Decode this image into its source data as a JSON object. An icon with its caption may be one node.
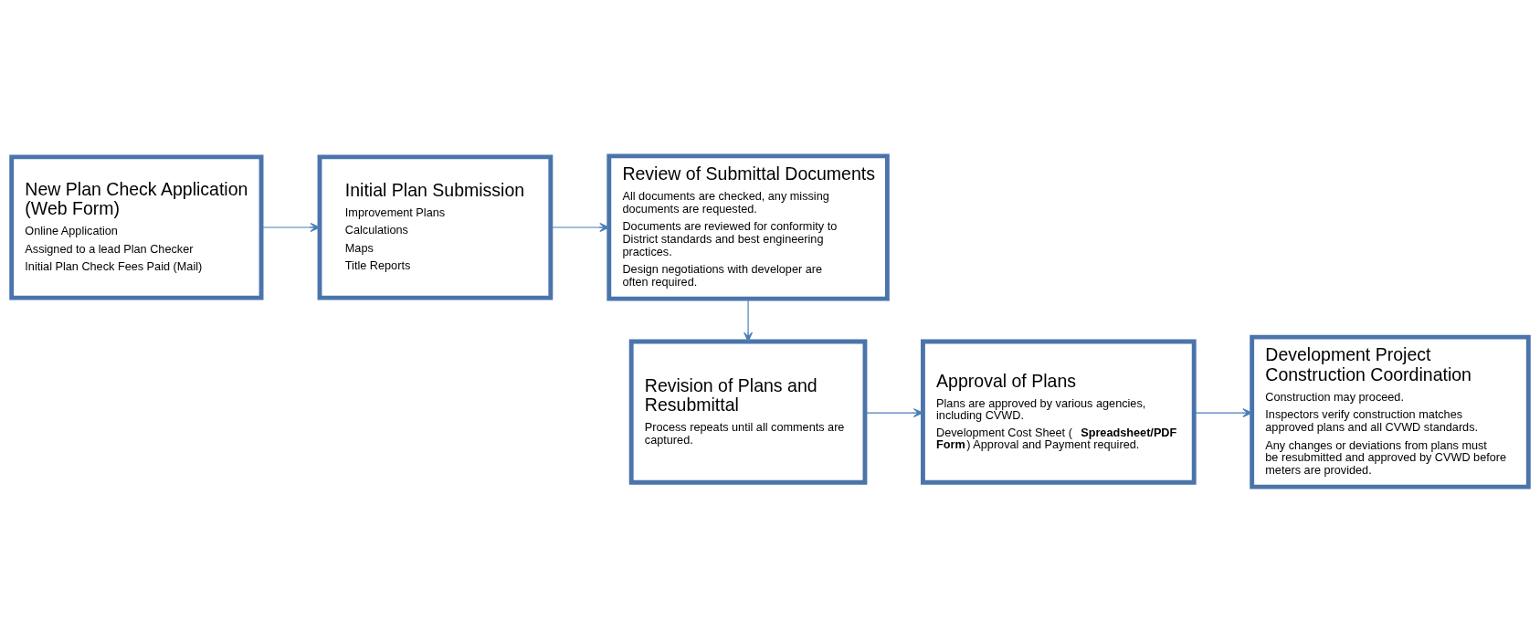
{
  "diagram": {
    "nodes": [
      {
        "text": [
          "New Plan Check Application (Web Form)",
          "Online Application",
          "Assigned to a lead Plan Checker",
          "Initial Plan Check Fees Paid (Mail)"
        ]
      },
      {
        "text": [
          "Initial Plan Submission",
          "Improvement Plans",
          "Calculations",
          "Maps",
          "Title Reports"
        ]
      },
      {
        "text": [
          "Review of Submittal Documents",
          "All documents are checked, any missing documents are requested.",
          "Documents are reviewed for conformity to District standards and best engineering practices.",
          "Design negotiations with developer are often required."
        ]
      },
      {
        "text": [
          "Revision of Plans and Resubmittal",
          "Process repeats until all comments are captured."
        ]
      },
      {
        "text": [
          "Approval of Plans",
          "Plans are approved by various agencies, including CVWD.",
          "Development Cost Sheet (**Spreadsheet/PDF Form**) Approval and Payment required."
        ]
      },
      {
        "text": [
          "Development Project Construction Coordination",
          "Construction may proceed.",
          "Inspectors verify construction matches approved plans and all CVWD standards.",
          "Any changes or deviations from plans must be resubmitted and approved by CVWD before meters are provided."
        ]
      }
    ],
    "edges": [
      {
        "from": 0,
        "to": 1,
        "arrow": "to"
      },
      {
        "from": 1,
        "to": 2,
        "arrow": "to"
      },
      {
        "from": 2,
        "to": 3,
        "arrow": "to"
      },
      {
        "from": 3,
        "to": 4,
        "arrow": "to"
      },
      {
        "from": 4,
        "to": 5,
        "arrow": "to"
      }
    ]
  }
}
